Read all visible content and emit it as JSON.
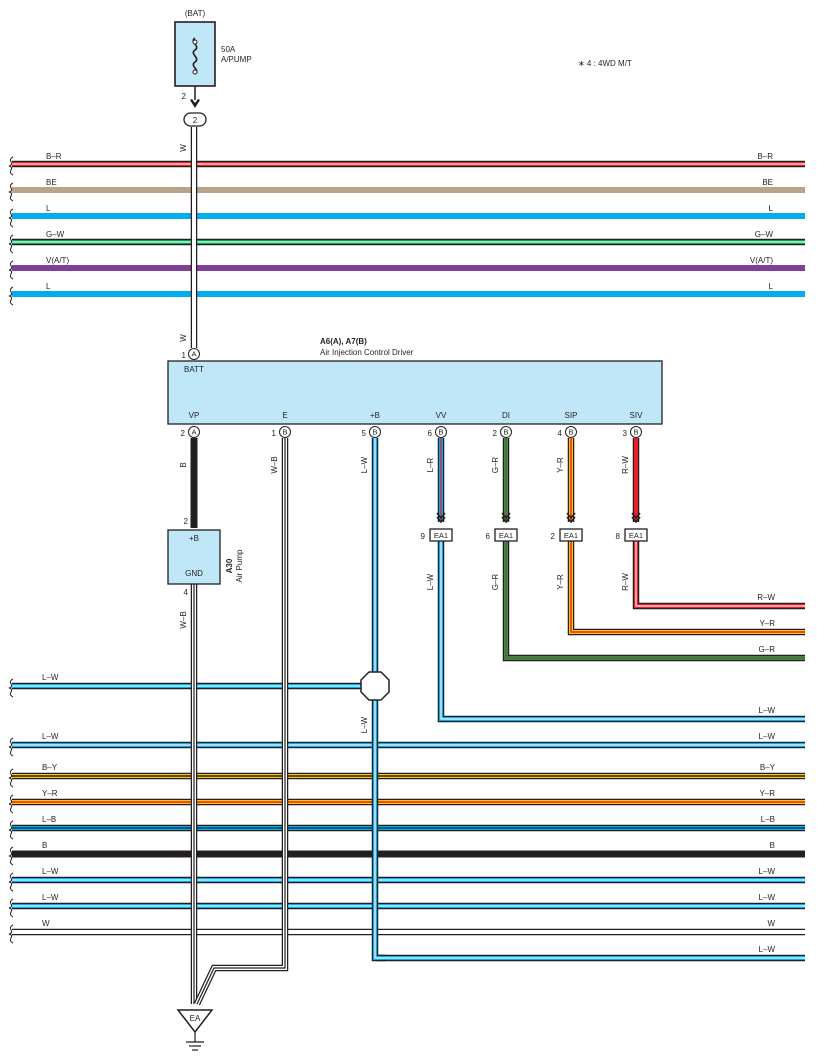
{
  "fuse": {
    "source": "(BAT)",
    "rating": "50A",
    "name": "A/PUMP",
    "pin": "2",
    "joint": "2"
  },
  "note": "∗ 4 : 4WD M/T",
  "ecu": {
    "ref": "A6(A), A7(B)",
    "name": "Air Injection Control Driver",
    "batt_label": "BATT",
    "batt_pin": "1",
    "batt_conn": "A",
    "pins": [
      {
        "label": "VP",
        "pin": "2",
        "conn": "A"
      },
      {
        "label": "E",
        "pin": "1",
        "conn": "B"
      },
      {
        "label": "+B",
        "pin": "5",
        "conn": "B"
      },
      {
        "label": "VV",
        "pin": "6",
        "conn": "B"
      },
      {
        "label": "DI",
        "pin": "2",
        "conn": "B"
      },
      {
        "label": "SIP",
        "pin": "4",
        "conn": "B"
      },
      {
        "label": "SIV",
        "pin": "3",
        "conn": "B"
      }
    ]
  },
  "pump": {
    "ref": "A30",
    "name": "Air Pump",
    "plus_label": "+B",
    "gnd_label": "GND",
    "pin_in": "2",
    "pin_out": "4"
  },
  "ea1": {
    "name": "EA1",
    "pins": [
      "9",
      "6",
      "2",
      "8"
    ],
    "wires_above": [
      "L–R",
      "G–R",
      "Y–R",
      "R–W"
    ],
    "wires_below": [
      "L–W",
      "G–R",
      "Y–R",
      "R–W"
    ]
  },
  "vertical_wires": {
    "w_top": "W",
    "w_mid": "W",
    "vp": "B",
    "e": "W–B",
    "plus_b": "L–W",
    "pump_out": "W–B",
    "splice_out": "L–W"
  },
  "top_bus": [
    "B–R",
    "BE",
    "L",
    "G–W",
    "V(A/T)",
    "L"
  ],
  "right_bus": [
    "R–W",
    "Y–R",
    "G–R",
    "L–W"
  ],
  "bottom_bus": [
    "L–W",
    "L–W",
    "B–Y",
    "Y–R",
    "L–B",
    "B",
    "L–W",
    "L–W",
    "W",
    "L–W"
  ],
  "ground": "EA",
  "colors": {
    "blue": "#00aeef",
    "red": "#ed1c24",
    "green": "#00a651",
    "yellow": "#ffcb05",
    "purple": "#7e3f98",
    "beige": "#b8a48b",
    "black": "#231f20",
    "component_fill": "#bfe7f7"
  }
}
